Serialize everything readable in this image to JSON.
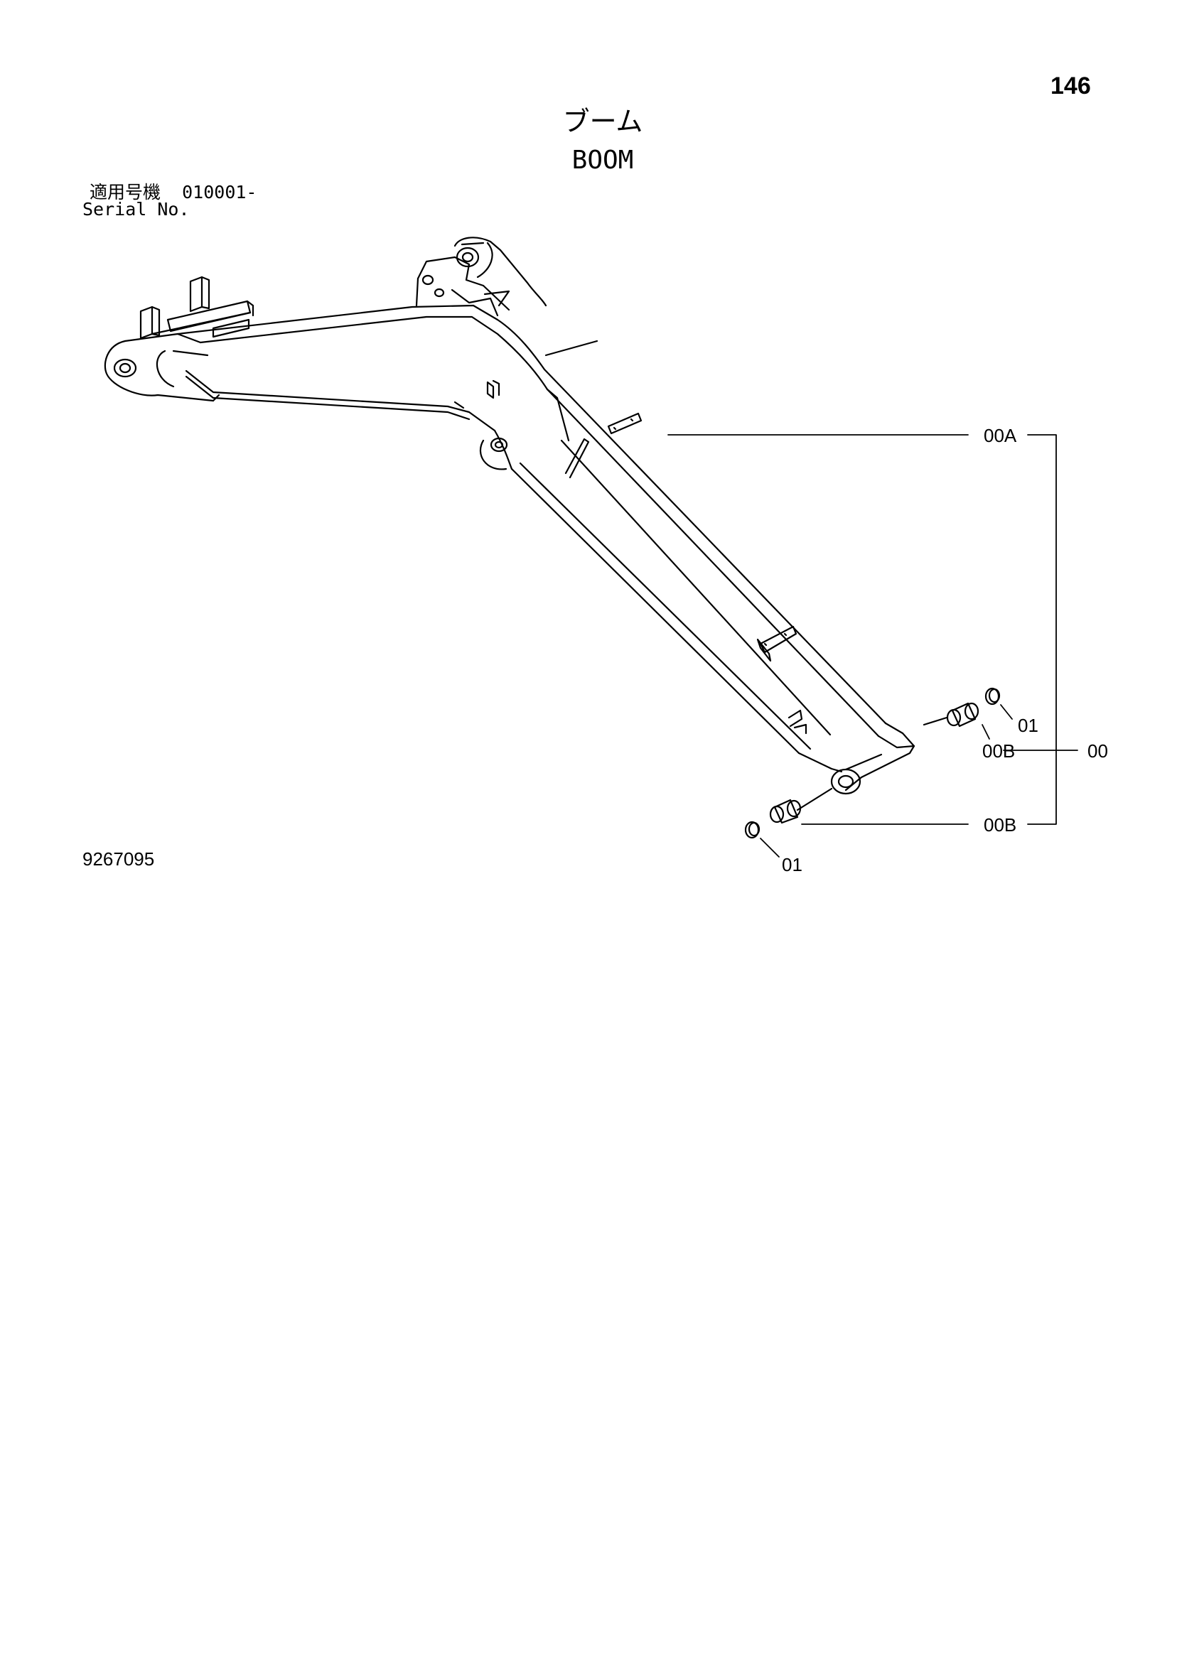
{
  "page": {
    "number": "146"
  },
  "title": {
    "japanese": "ブーム",
    "english": "BOOM"
  },
  "serial": {
    "label_japanese": "適用号機",
    "value": "010001-",
    "label_english": "Serial No."
  },
  "drawing_number": "9267095",
  "callouts": {
    "boom_body": "00A",
    "assembly": "00",
    "bushing_right": "00B",
    "bushing_left": "00B",
    "ring_right": "01",
    "ring_left": "01"
  }
}
